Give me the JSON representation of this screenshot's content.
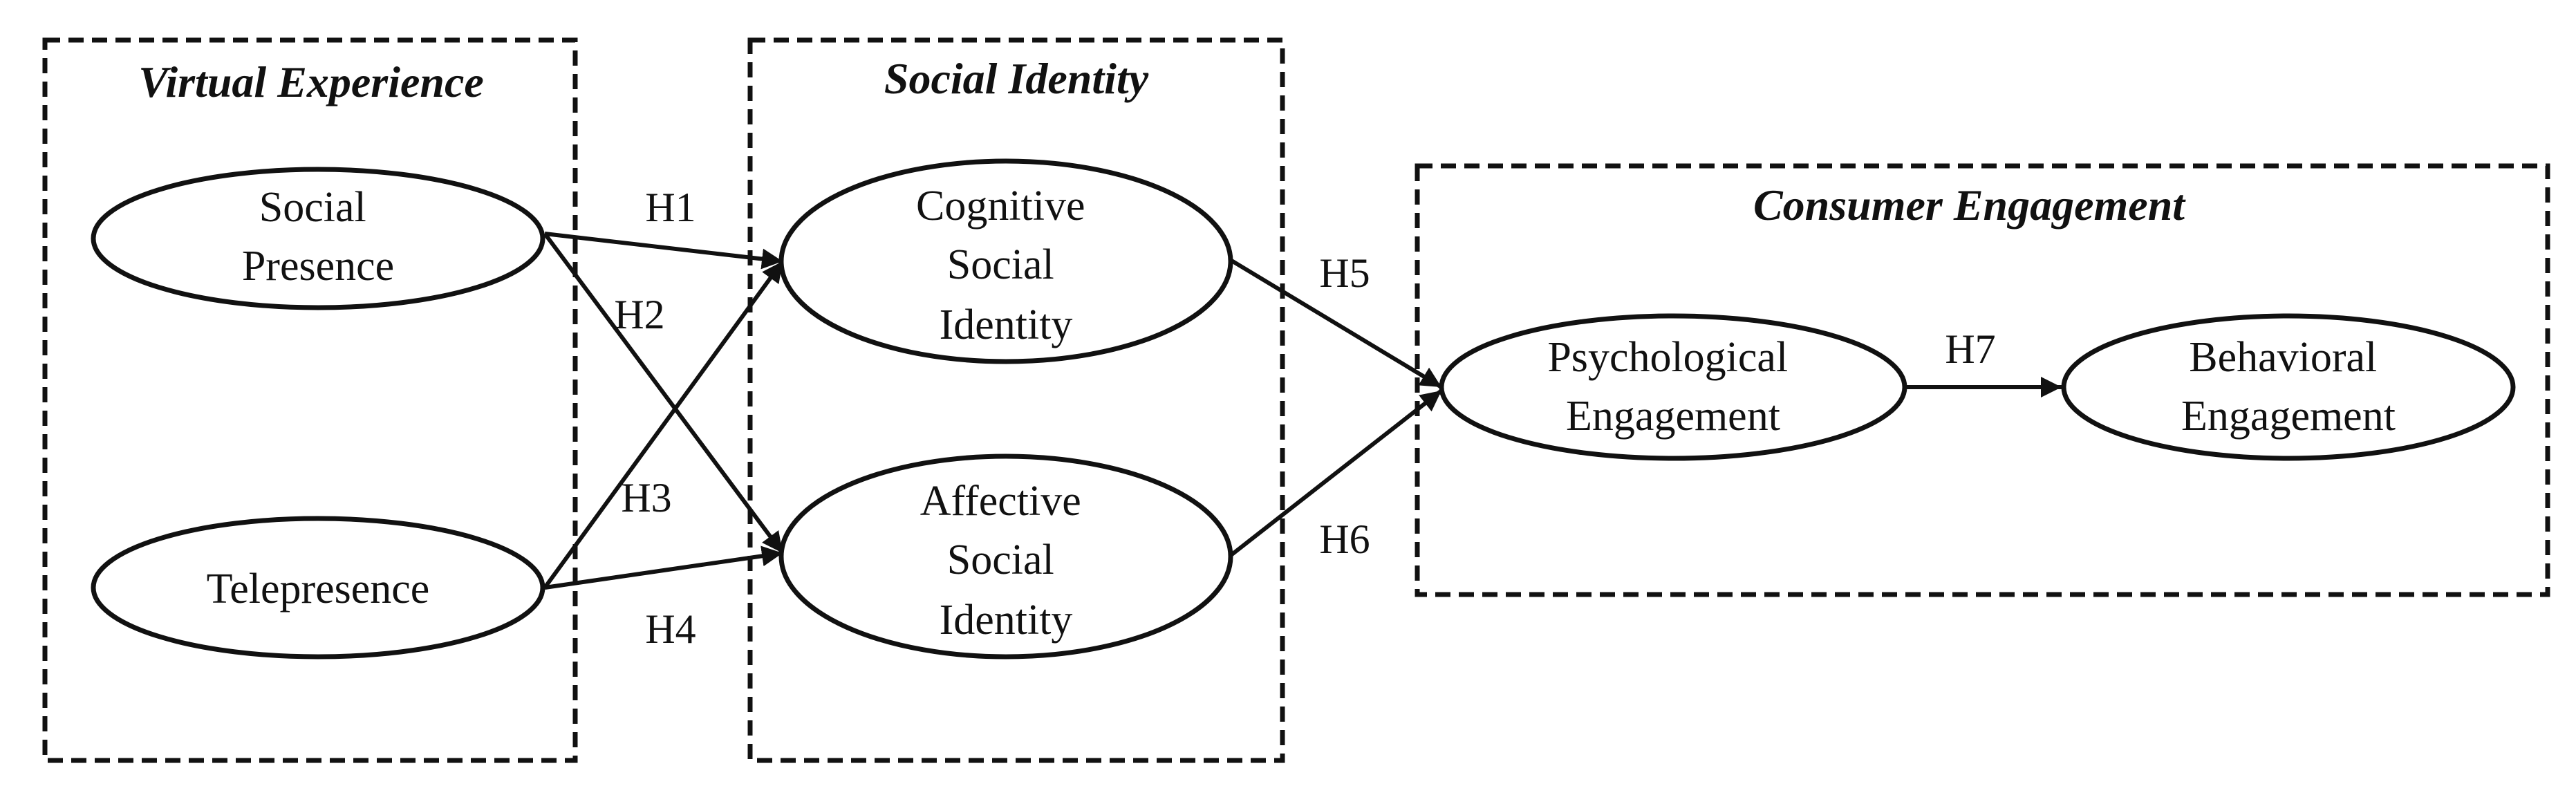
{
  "groups": {
    "virtual_experience": "Virtual Experience",
    "social_identity": "Social Identity",
    "consumer_engagement": "Consumer Engagement"
  },
  "nodes": {
    "social_presence": [
      "Social",
      "Presence"
    ],
    "telepresence": [
      "Telepresence"
    ],
    "cognitive_social_identity": [
      "Cognitive",
      "Social",
      "Identity"
    ],
    "affective_social_identity": [
      "Affective",
      "Social",
      "Identity"
    ],
    "psychological_engagement": [
      "Psychological",
      "Engagement"
    ],
    "behavioral_engagement": [
      "Behavioral",
      "Engagement"
    ]
  },
  "edges": {
    "h1": "H1",
    "h2": "H2",
    "h3": "H3",
    "h4": "H4",
    "h5": "H5",
    "h6": "H6",
    "h7": "H7"
  }
}
